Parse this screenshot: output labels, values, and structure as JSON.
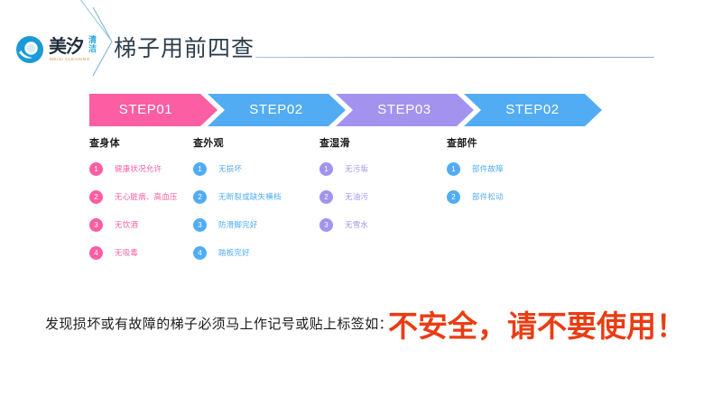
{
  "header": {
    "logo": {
      "mark_icon": "circular-swirl-logo-icon",
      "brand_cn": "美汐",
      "brand_cn_secondary": "清洁",
      "brand_en": "MEIXI CLEANING",
      "brand_color": "#1a9ad7"
    },
    "title": "梯子用前四查",
    "divider_color": "#8fb2cc"
  },
  "steps": [
    {
      "label": "STEP01",
      "color": "#fb5ea2"
    },
    {
      "label": "STEP02",
      "color": "#52acf3"
    },
    {
      "label": "STEP03",
      "color": "#a393ef"
    },
    {
      "label": "STEP02",
      "color": "#52acf3"
    }
  ],
  "columns": [
    {
      "heading": "查身体",
      "tone": "pink",
      "items": [
        {
          "num": "1",
          "text": "健康状况允许"
        },
        {
          "num": "2",
          "text": "无心脏病、高血压"
        },
        {
          "num": "3",
          "text": "无饮酒"
        },
        {
          "num": "4",
          "text": "无吸毒"
        }
      ]
    },
    {
      "heading": "查外观",
      "tone": "blue",
      "items": [
        {
          "num": "1",
          "text": "无损坏"
        },
        {
          "num": "2",
          "text": "无断裂或缺失横档"
        },
        {
          "num": "3",
          "text": "防滑脚完好"
        },
        {
          "num": "4",
          "text": "踏板完好"
        }
      ]
    },
    {
      "heading": "查湿滑",
      "tone": "purple",
      "items": [
        {
          "num": "1",
          "text": "无污垢"
        },
        {
          "num": "2",
          "text": "无油污"
        },
        {
          "num": "3",
          "text": "无雪水"
        }
      ]
    },
    {
      "heading": "查部件",
      "tone": "blue",
      "items": [
        {
          "num": "1",
          "text": "部件故障"
        },
        {
          "num": "2",
          "text": "部件松动"
        }
      ]
    }
  ],
  "footer": {
    "note": "发现损坏或有故障的梯子必须马上作记号或贴上标签如：",
    "warning": "不安全，请不要使用！",
    "warning_color": "#ea3c13"
  }
}
